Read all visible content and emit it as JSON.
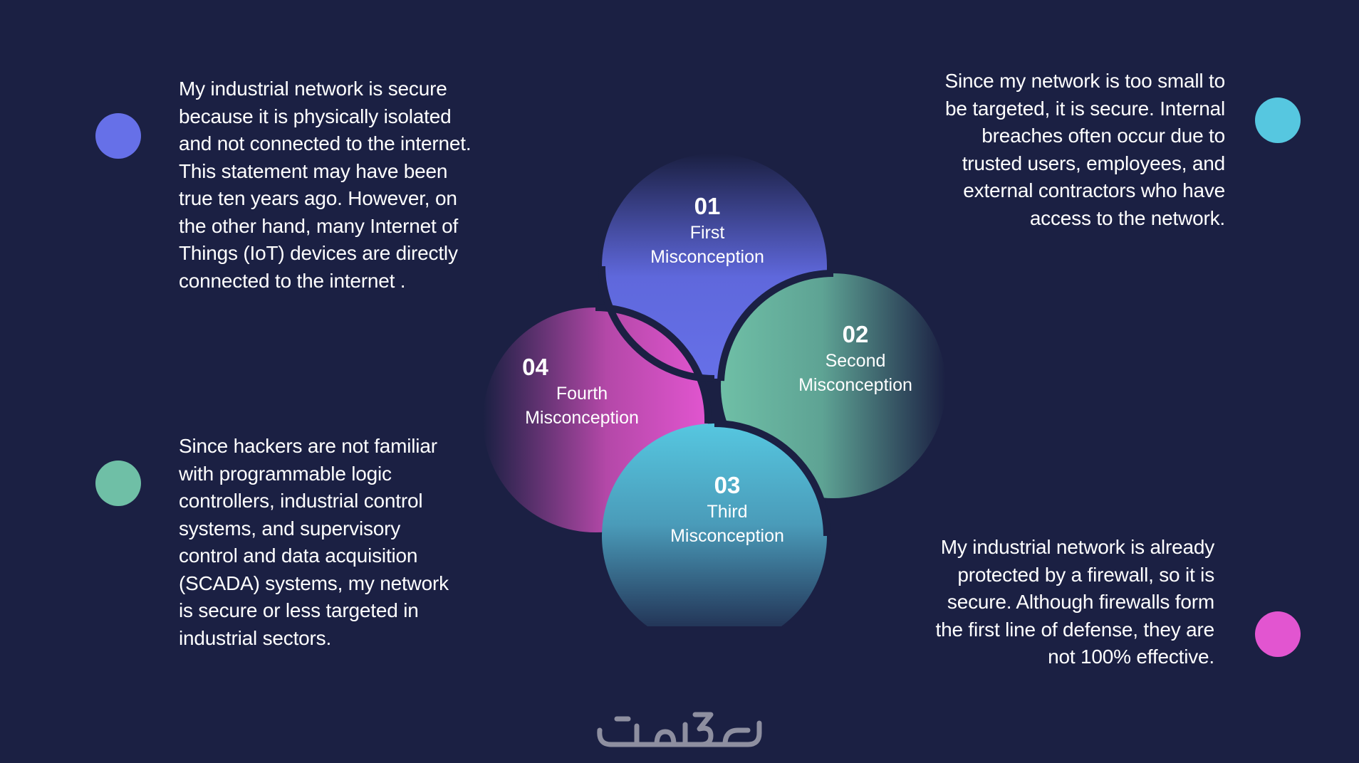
{
  "colors": {
    "background": "#1b2043",
    "first": "#6670e8",
    "second": "#6fbfa6",
    "third": "#56c7e0",
    "fourth": "#e255d0",
    "logo": "#8e8fa0"
  },
  "left_top": {
    "text": "My industrial network is secure because it is physically isolated and not connected to the internet. This statement may have been true ten years ago. However, on the other hand, many Internet of Things (IoT) devices are directly connected to the internet ."
  },
  "left_bottom": {
    "text": "Since hackers are not familiar with programmable logic controllers, industrial control systems, and supervisory control and data acquisition (SCADA) systems, my network is secure or less targeted in industrial sectors."
  },
  "right_top": {
    "text": "Since my network is too small to be targeted, it is secure. Internal breaches often occur due to trusted users, employees, and external contractors who have access to the network."
  },
  "right_bottom": {
    "text": "My industrial network is already protected by a firewall, so it is secure. Although firewalls form the first line of defense, they are not 100% effective."
  },
  "petals": [
    {
      "number": "01",
      "line1": "First",
      "line2": "Misconception"
    },
    {
      "number": "02",
      "line1": "Second",
      "line2": "Misconception"
    },
    {
      "number": "03",
      "line1": "Third",
      "line2": "Misconception"
    },
    {
      "number": "04",
      "line1": "Fourth",
      "line2": "Misconception"
    }
  ],
  "logo": {
    "text": "خمسات"
  }
}
